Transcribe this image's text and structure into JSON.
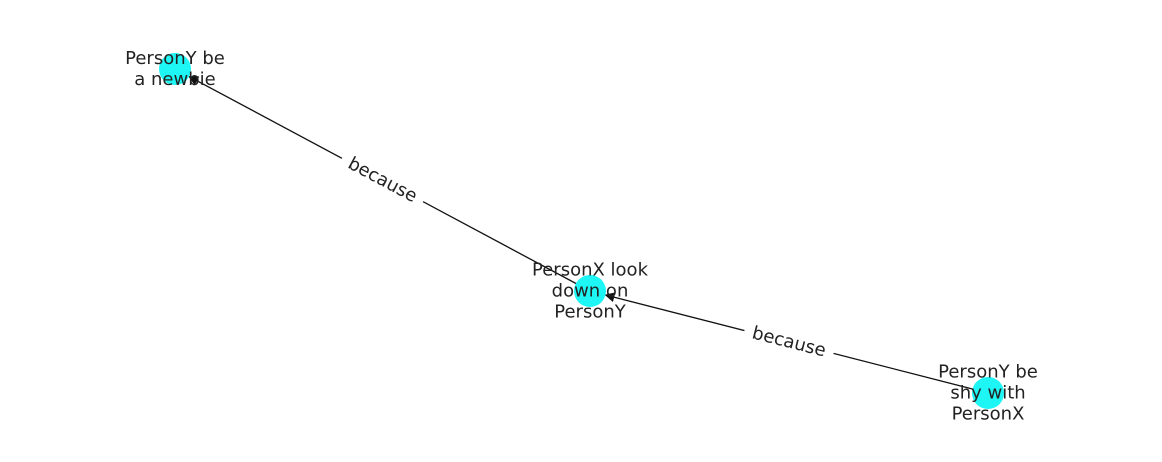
{
  "colors": {
    "node": "#1ef5f5",
    "edge": "#111111",
    "text": "#222222"
  },
  "nodes": [
    {
      "id": "n1",
      "lines": [
        "PersonY be",
        "a newbie"
      ]
    },
    {
      "id": "n2",
      "lines": [
        "PersonX look",
        "down on",
        "PersonY"
      ]
    },
    {
      "id": "n3",
      "lines": [
        "PersonY be",
        "shy with",
        "PersonX"
      ]
    }
  ],
  "edges": [
    {
      "from": "n2",
      "to": "n1",
      "label": "because"
    },
    {
      "from": "n3",
      "to": "n2",
      "label": "because"
    }
  ]
}
